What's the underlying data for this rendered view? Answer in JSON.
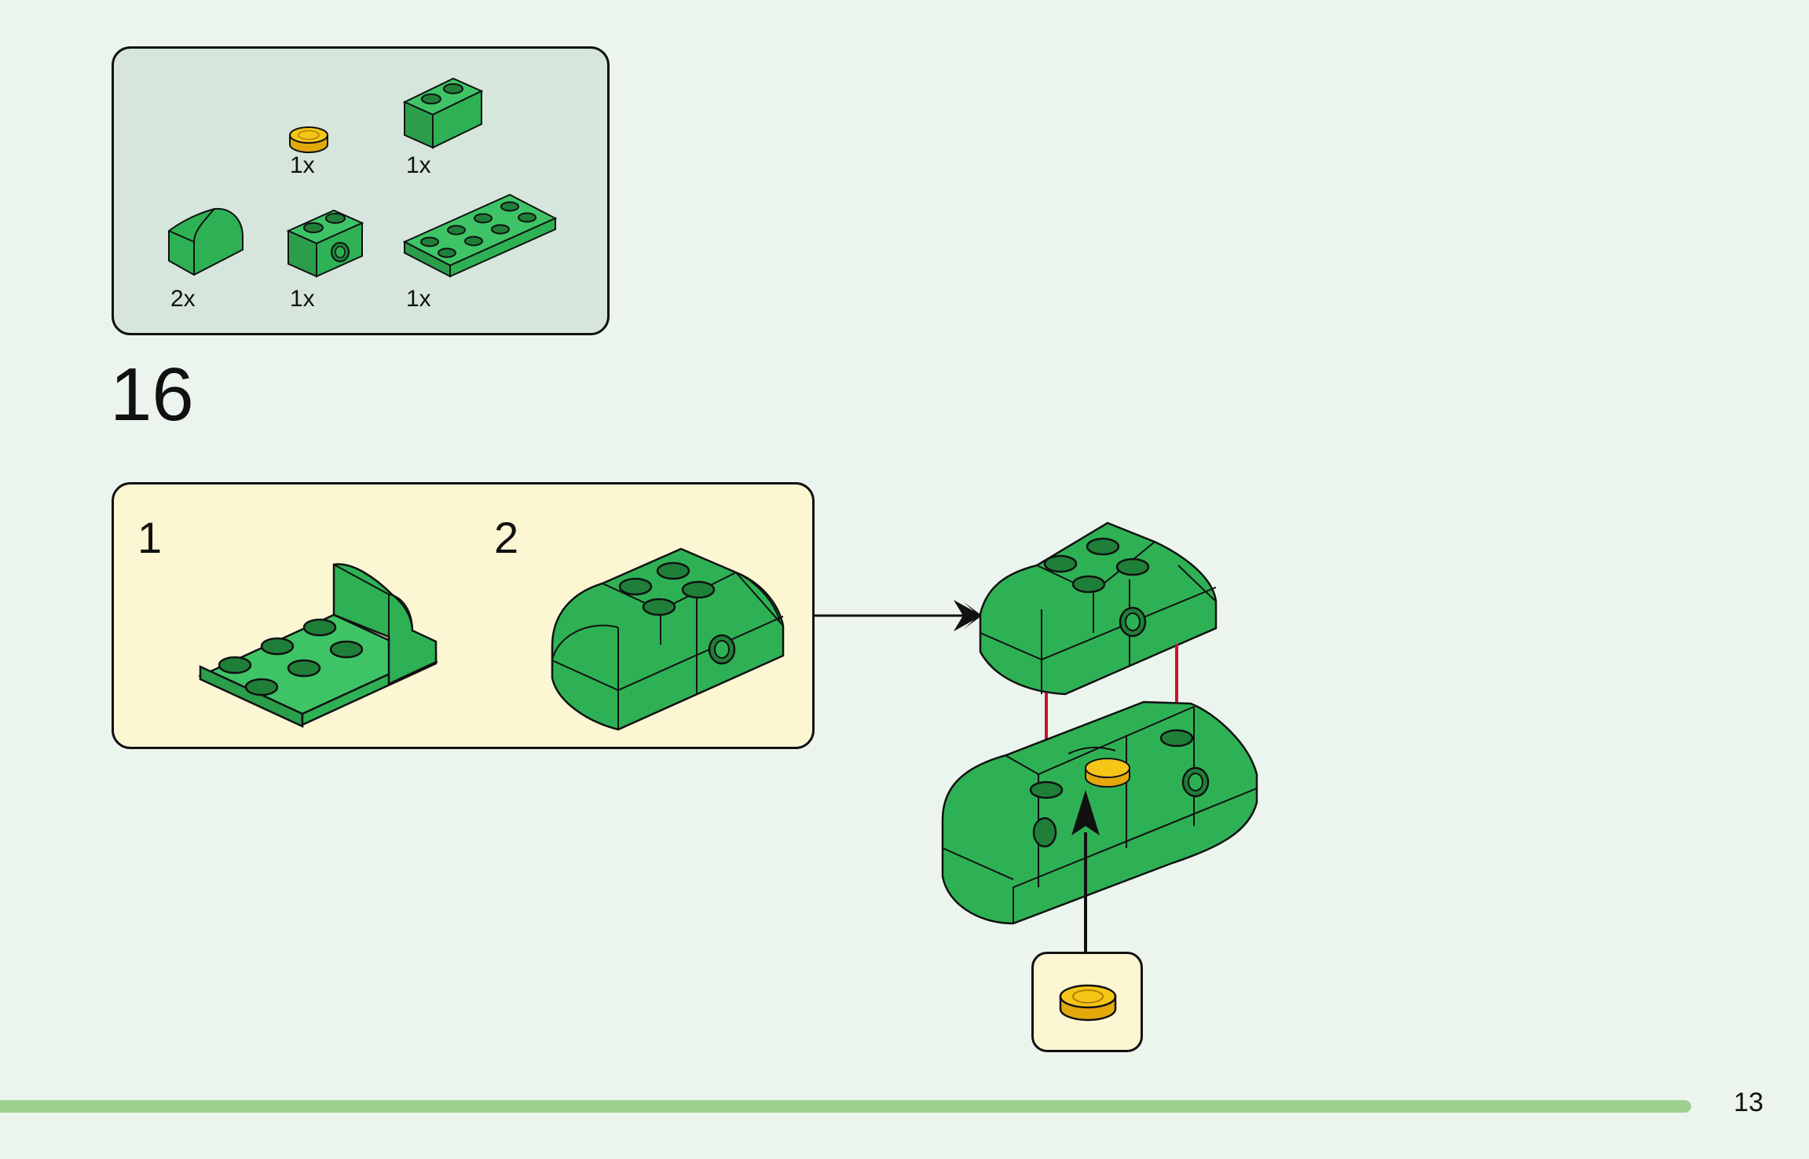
{
  "parts_list": {
    "items": [
      {
        "name": "yellow-round-tile",
        "qty": "1x"
      },
      {
        "name": "green-brick-1x2",
        "qty": "1x"
      },
      {
        "name": "green-curved-slope",
        "qty": "2x"
      },
      {
        "name": "green-brick-1x2-with-hole",
        "qty": "1x"
      },
      {
        "name": "green-plate-2x4",
        "qty": "1x"
      }
    ]
  },
  "step": {
    "number": "16",
    "substeps": [
      {
        "label": "1"
      },
      {
        "label": "2"
      }
    ]
  },
  "colors": {
    "background": "#ebf5ee",
    "parts_box": "#d6e6dc",
    "substep_box": "#fdf6d3",
    "green": "#2eb154",
    "yellow": "#f5c518",
    "arrow_red": "#c8102e",
    "footer_bar": "#9fd08f"
  },
  "footer": {
    "page_number": "13"
  }
}
